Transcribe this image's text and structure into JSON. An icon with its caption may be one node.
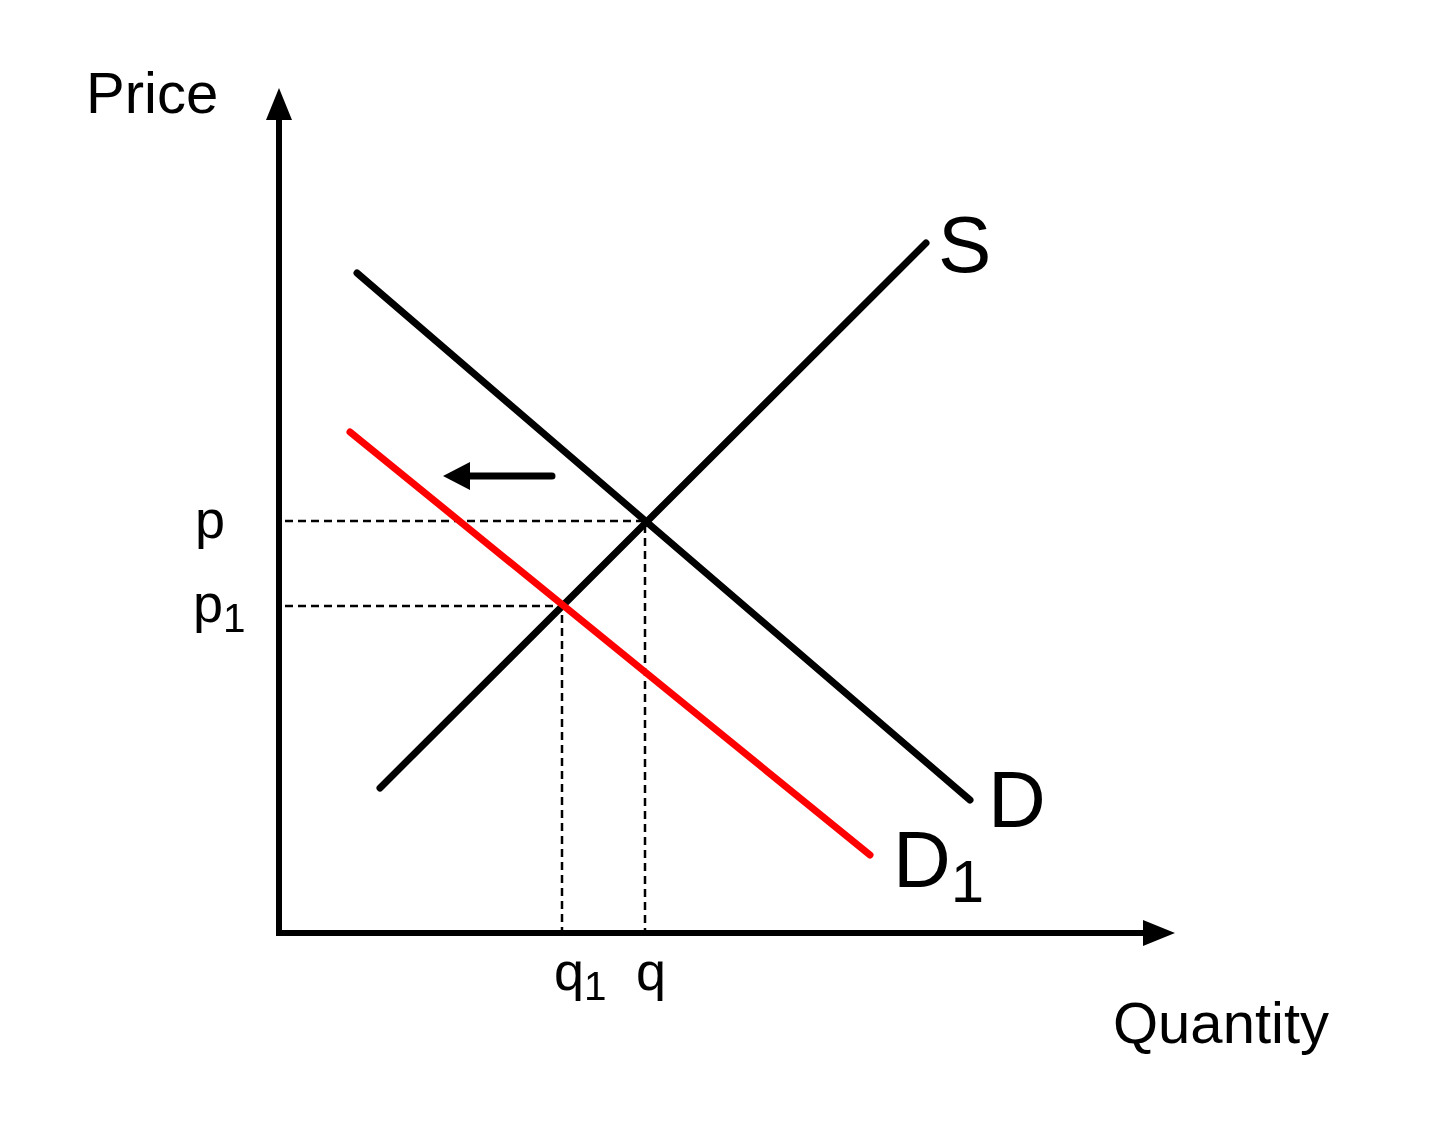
{
  "diagram": {
    "labels": [
      "Price",
      "S",
      "p",
      "p$_{1}$",
      "D",
      "D$_{1}$",
      "q$_{1}$",
      "q",
      "Quantity"
    ]
  }
}
